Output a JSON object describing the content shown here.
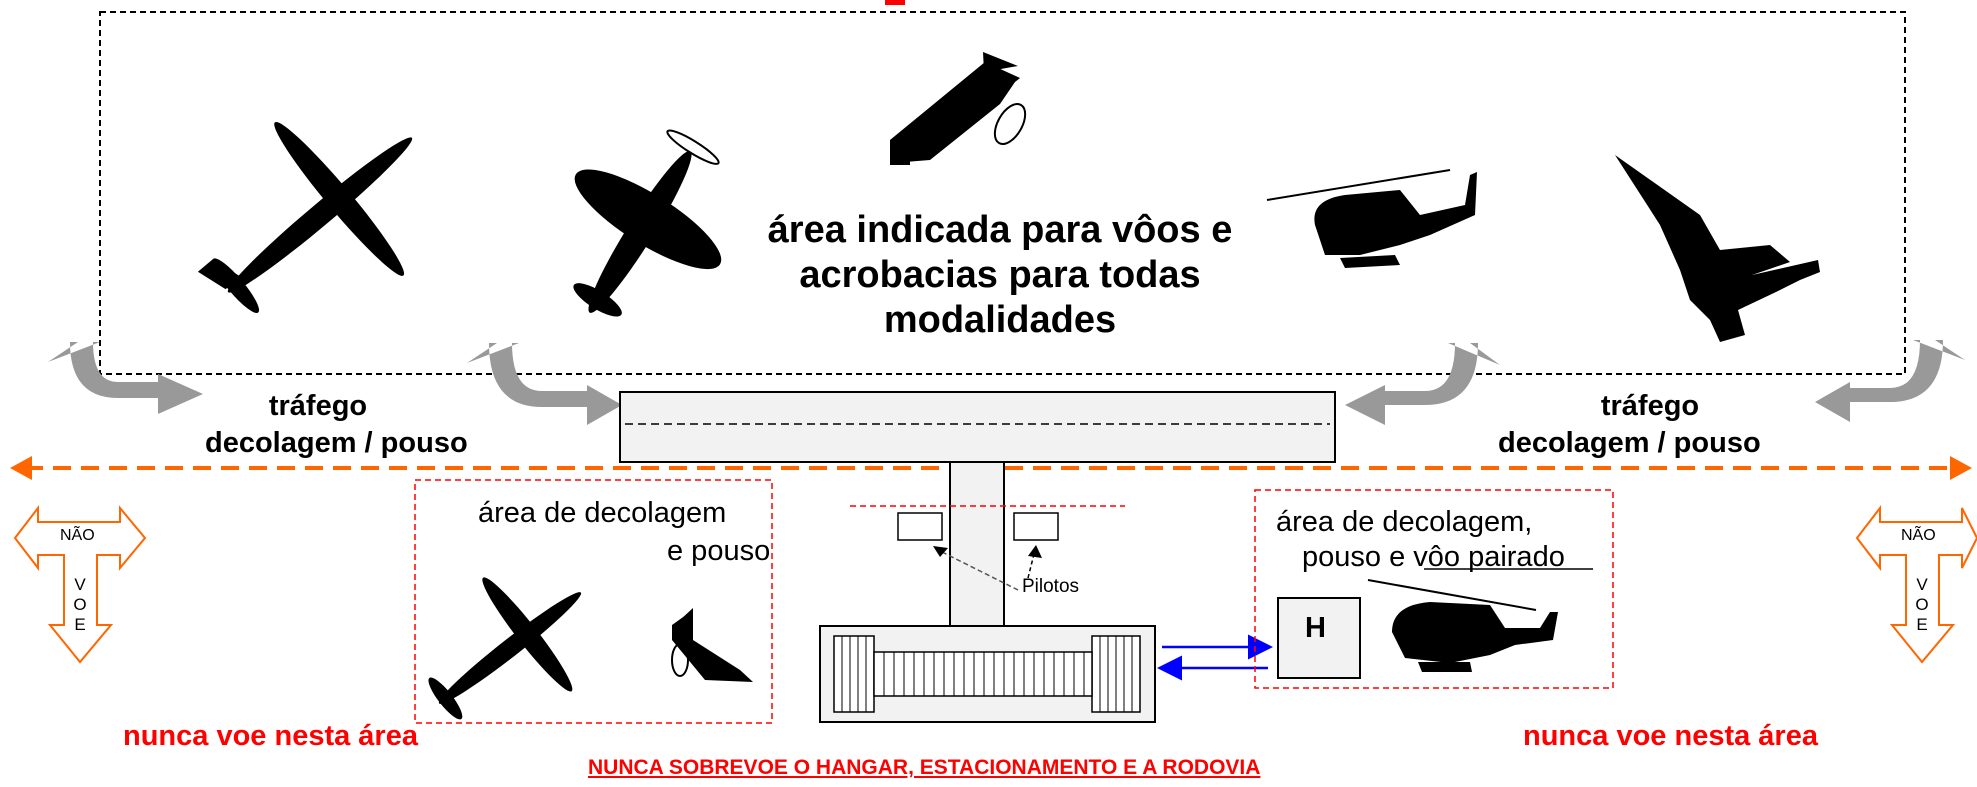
{
  "diagram": {
    "main_area_text": "área indicada para vôos e acrobacias para todas modalidades",
    "traffic_left_line1": "tráfego",
    "traffic_left_line2": "decolagem / pouso",
    "traffic_right_line1": "tráfego",
    "traffic_right_line2": "decolagem / pouso",
    "takeoff_left_line1": "área de decolagem",
    "takeoff_left_line2": "e pouso",
    "takeoff_right_line1": "área de decolagem,",
    "takeoff_right_line2": "pouso e ",
    "takeoff_right_line2_underlined": "vôo pairado",
    "helipad_letter": "H",
    "pilots_label": "Pilotos",
    "no_fly_left": "nunca voe nesta área",
    "no_fly_right": "nunca voe nesta área",
    "bottom_notice": "NUNCA SOBREVOE O HANGAR, ESTACIONAMENTO E A RODOVIA",
    "nao_label": "NÃO",
    "voe_letters": [
      "V",
      "O",
      "E"
    ]
  },
  "colors": {
    "danger_red": "#ff0000",
    "boundary_orange": "#ff6600",
    "arrow_gray": "#999999",
    "arrow_blue": "#0000ff",
    "silhouette": "#000000"
  },
  "icons": [
    "glider-silhouette-icon",
    "ww2-fighter-silhouette-icon",
    "biplane-silhouette-icon",
    "helicopter-silhouette-icon",
    "jet-silhouette-icon",
    "helicopter-small-icon",
    "helipad-icon",
    "hangar-icon"
  ]
}
